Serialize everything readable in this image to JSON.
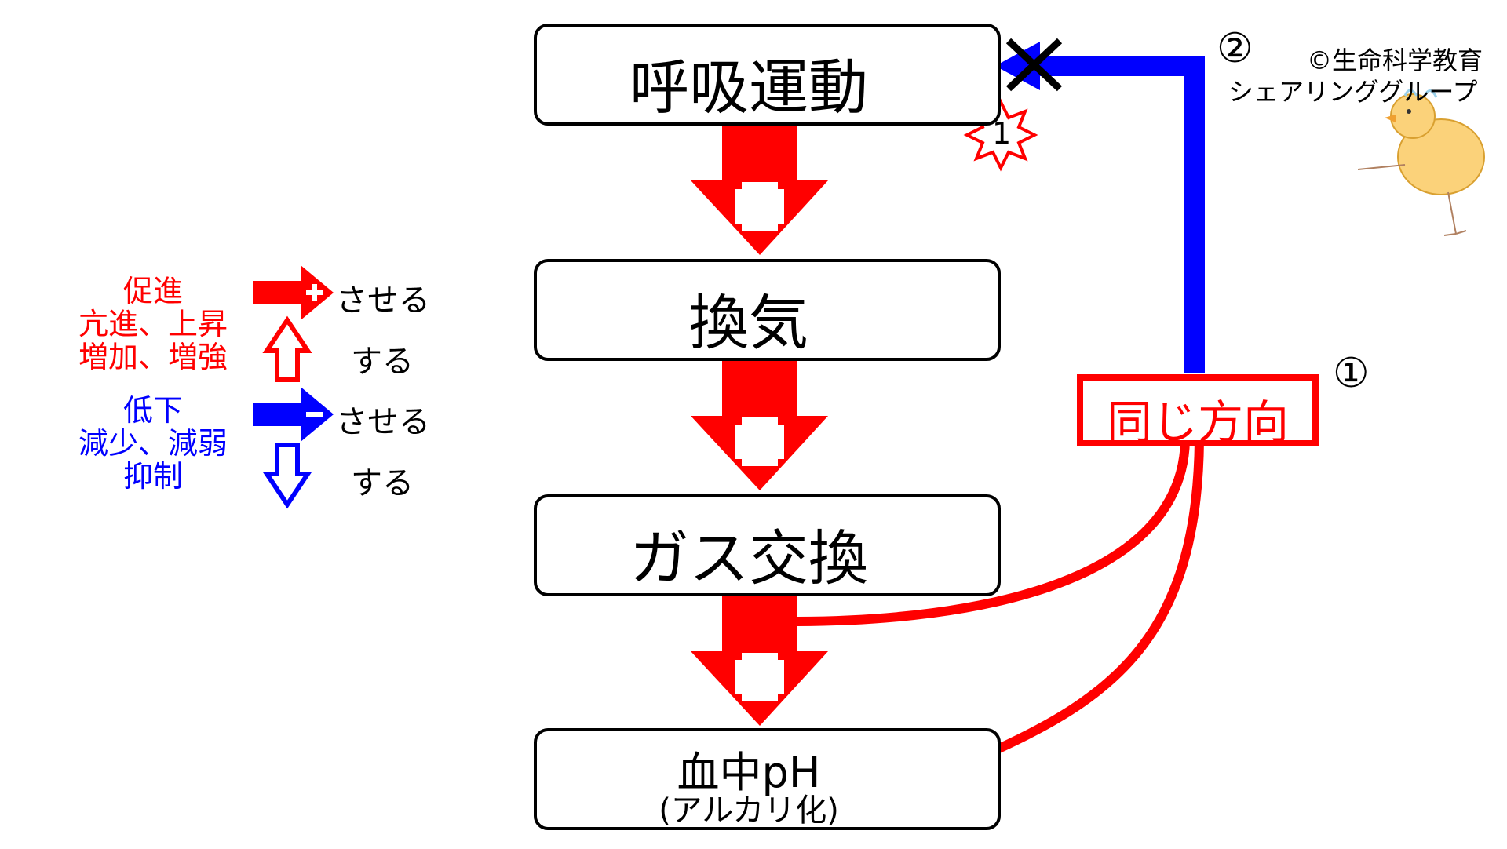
{
  "diagram": {
    "nodes": [
      {
        "id": "respiration",
        "title": "呼吸運動",
        "subtitle": ""
      },
      {
        "id": "ventilation",
        "title": "換気",
        "subtitle": ""
      },
      {
        "id": "gas_exchange",
        "title": "ガス交換",
        "subtitle": ""
      },
      {
        "id": "blood_ph",
        "title": "血中pH",
        "subtitle": "(アルカリ化)"
      }
    ],
    "edges": [
      {
        "from": "respiration",
        "to": "ventilation",
        "sign": "+"
      },
      {
        "from": "ventilation",
        "to": "gas_exchange",
        "sign": "+"
      },
      {
        "from": "gas_exchange",
        "to": "blood_ph",
        "sign": "+"
      },
      {
        "from": "same_direction",
        "to": "respiration",
        "sign": "blocked"
      }
    ],
    "feedback": {
      "label": "同じ方向",
      "marker1": "①",
      "marker2": "②",
      "burst_label": "1"
    }
  },
  "legend": {
    "promote_lines": [
      "促進",
      "亢進、上昇",
      "増加、増強"
    ],
    "decrease_lines": [
      "低下",
      "減少、減弱",
      "抑制"
    ],
    "make_label": "させる",
    "do_label": "する"
  },
  "credit": {
    "line1": "©生命科学教育",
    "line2": "シェアリンググループ"
  },
  "colors": {
    "promote": "#ff0000",
    "inhibit": "#0000ff",
    "line": "#000000",
    "box_bg": "#ffffff"
  }
}
